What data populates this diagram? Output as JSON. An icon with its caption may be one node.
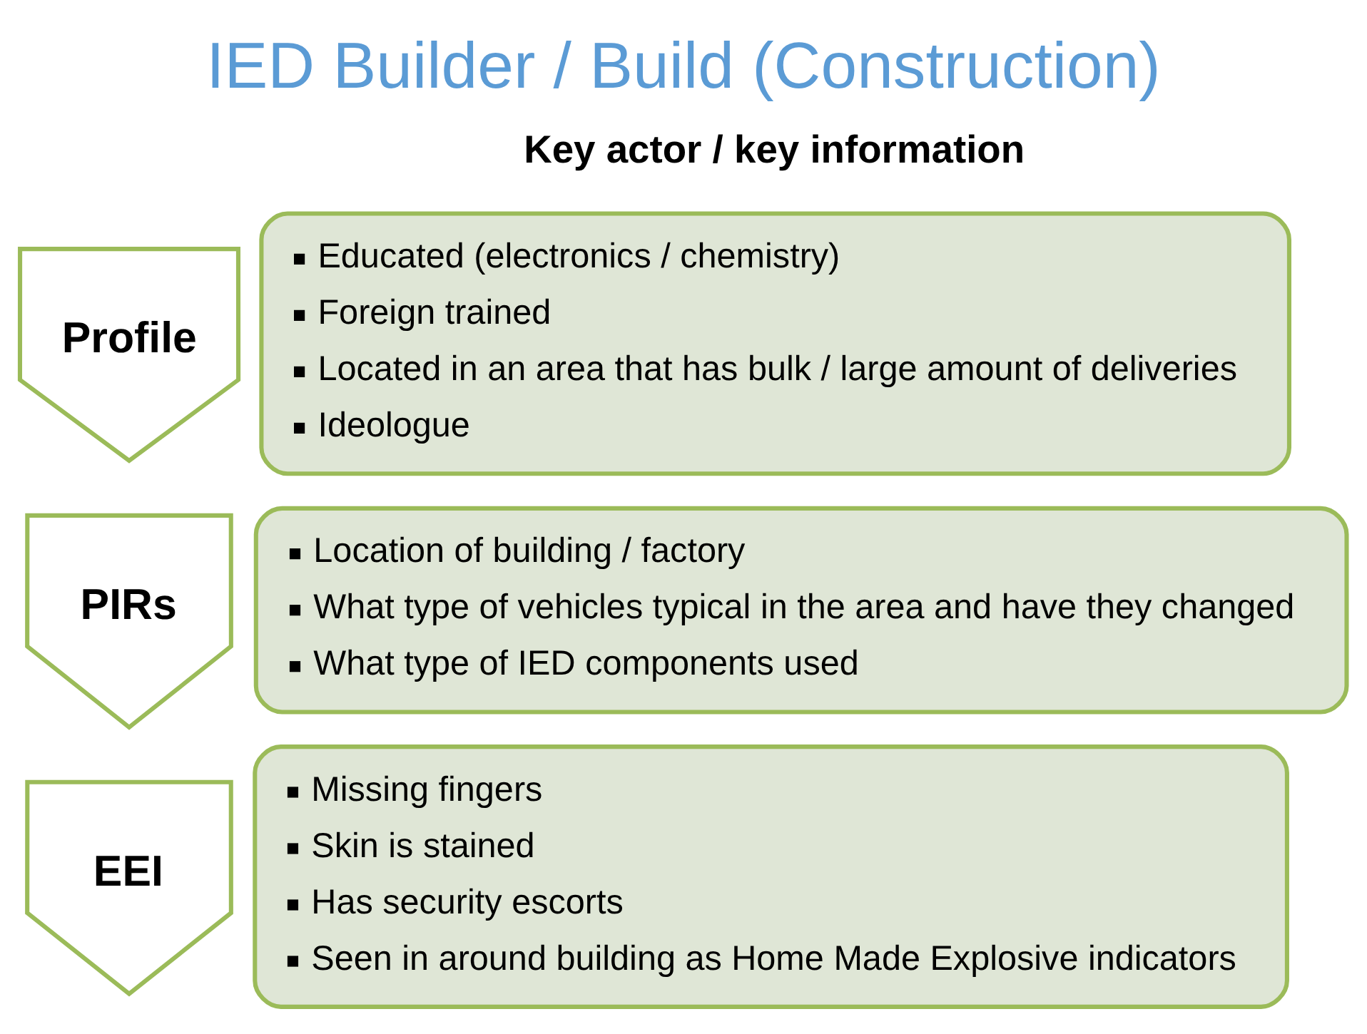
{
  "diagram": {
    "title": "IED Builder / Build (Construction)",
    "nodes": [
      {
        "text": [
          "Profile"
        ]
      },
      {
        "text": [
          "Educated (electronics / chemistry)",
          "Foreign trained",
          "Located in an area that has bulk / large amount of deliveries",
          "Ideologue"
        ]
      },
      {
        "text": [
          "PIRs"
        ]
      },
      {
        "text": [
          "Location of building / factory",
          "What type of vehicles typical in the area and have they changed",
          "What type of IED components used"
        ]
      },
      {
        "text": [
          "EEI"
        ]
      },
      {
        "text": [
          "Missing fingers",
          "Skin is stained",
          "Has security escorts",
          "Seen in around building as Home Made Explosive indicators"
        ]
      }
    ],
    "labels": [
      "Key actor / key information"
    ]
  }
}
